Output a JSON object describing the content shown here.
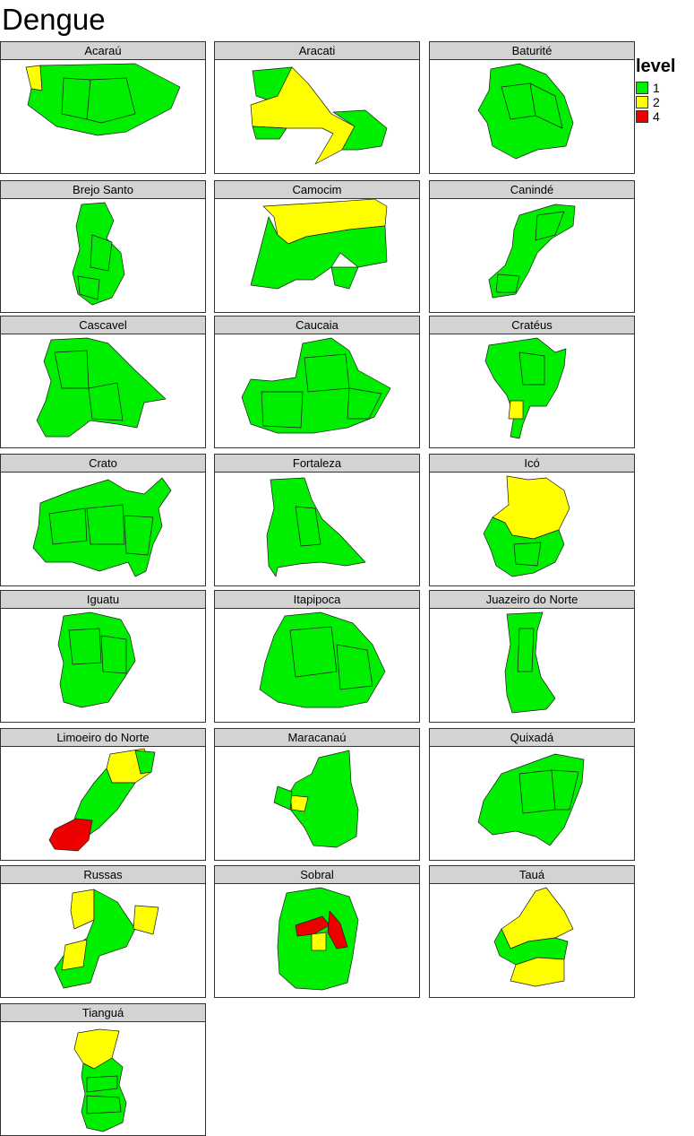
{
  "title": "Dengue",
  "colors": {
    "1": "#00ee00",
    "2": "#ffff00",
    "4": "#ee0000"
  },
  "legend": {
    "title": "level",
    "items": [
      {
        "label": "1",
        "color": "#00ee00"
      },
      {
        "label": "2",
        "color": "#ffff00"
      },
      {
        "label": "4",
        "color": "#ee0000"
      }
    ]
  },
  "panels": [
    {
      "name": "Acaraú",
      "levels_shown": [
        "1",
        "2"
      ]
    },
    {
      "name": "Aracati",
      "levels_shown": [
        "1",
        "2"
      ]
    },
    {
      "name": "Baturité",
      "levels_shown": [
        "1"
      ]
    },
    {
      "name": "Brejo Santo",
      "levels_shown": [
        "1"
      ]
    },
    {
      "name": "Camocim",
      "levels_shown": [
        "1",
        "2"
      ]
    },
    {
      "name": "Canindé",
      "levels_shown": [
        "1"
      ]
    },
    {
      "name": "Cascavel",
      "levels_shown": [
        "1"
      ]
    },
    {
      "name": "Caucaia",
      "levels_shown": [
        "1"
      ]
    },
    {
      "name": "Cratéus",
      "levels_shown": [
        "1",
        "2"
      ]
    },
    {
      "name": "Crato",
      "levels_shown": [
        "1"
      ]
    },
    {
      "name": "Fortaleza",
      "levels_shown": [
        "1"
      ]
    },
    {
      "name": "Icó",
      "levels_shown": [
        "1",
        "2"
      ]
    },
    {
      "name": "Iguatu",
      "levels_shown": [
        "1"
      ]
    },
    {
      "name": "Itapipoca",
      "levels_shown": [
        "1"
      ]
    },
    {
      "name": "Juazeiro do Norte",
      "levels_shown": [
        "1"
      ]
    },
    {
      "name": "Limoeiro do Norte",
      "levels_shown": [
        "1",
        "2",
        "4"
      ]
    },
    {
      "name": "Maracanaú",
      "levels_shown": [
        "1",
        "2"
      ]
    },
    {
      "name": "Quixadá",
      "levels_shown": [
        "1"
      ]
    },
    {
      "name": "Russas",
      "levels_shown": [
        "1",
        "2"
      ]
    },
    {
      "name": "Sobral",
      "levels_shown": [
        "1",
        "2",
        "4"
      ]
    },
    {
      "name": "Tauá",
      "levels_shown": [
        "1",
        "2"
      ]
    },
    {
      "name": "Tianguá",
      "levels_shown": [
        "1",
        "2"
      ]
    }
  ]
}
